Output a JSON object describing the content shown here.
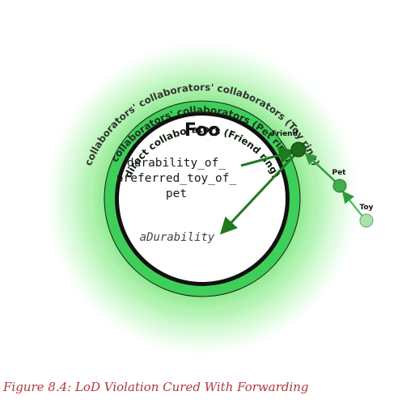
{
  "diagram": {
    "rings": {
      "toy": "collaborators' collaborators' collaborators (Toy ring)",
      "pet": "collaborators' collaborators (Pet ring)",
      "friend": "direct collaborators (Friend ring)"
    },
    "center": {
      "title": "Foo",
      "method_lines": [
        "durability_of_",
        "preferred_toy_of_",
        "pet"
      ],
      "variable": "aDurability"
    },
    "nodes": {
      "friend": "Friend",
      "pet": "Pet",
      "toy": "Toy"
    },
    "colors": {
      "glow": "#8ef08e",
      "friend_ring": "#3ecf5a",
      "arrow": "#1f7a1f",
      "friend_node": "#1d6b1d",
      "caption": "#b03a3a"
    }
  },
  "caption": "Figure 8.4: LoD Violation Cured With Forwarding"
}
